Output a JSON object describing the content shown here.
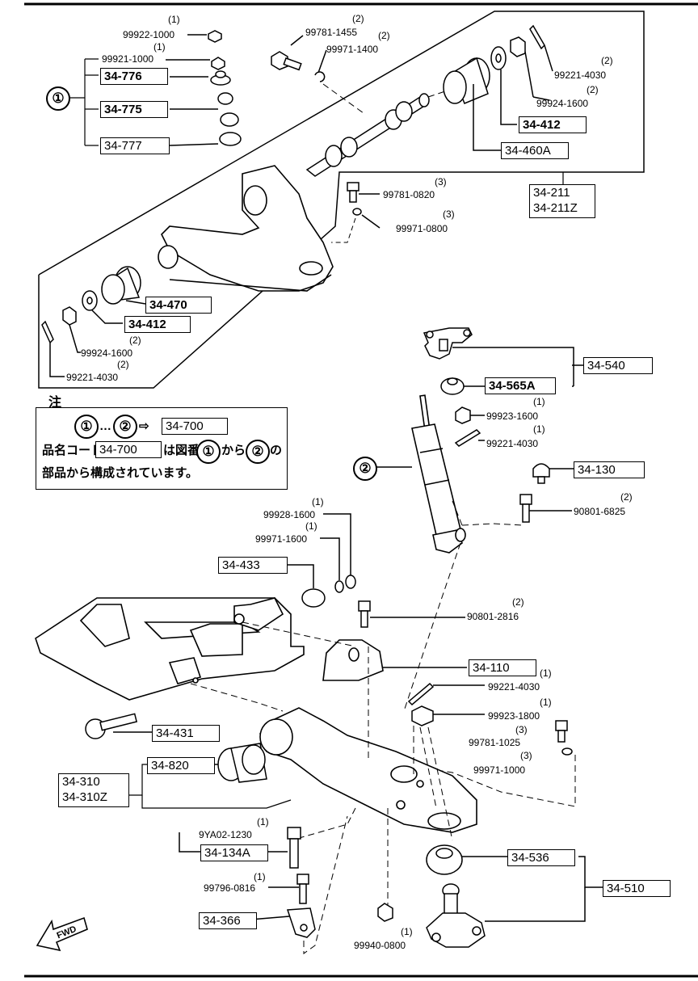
{
  "parts": {
    "p99922": {
      "num": "99922-1000",
      "qty": "(1)"
    },
    "p99921": {
      "num": "99921-1000",
      "qty": "(1)"
    },
    "b34776": "34-776",
    "b34775": "34-775",
    "b34777": "34-777",
    "p99781_1455": {
      "num": "99781-1455",
      "qty": "(2)"
    },
    "p99971_1400": {
      "num": "99971-1400",
      "qty": "(2)"
    },
    "p99221_4030_top": {
      "num": "99221-4030",
      "qty": "(2)"
    },
    "p99924_1600_top": {
      "num": "99924-1600",
      "qty": "(2)"
    },
    "b34412_top": "34-412",
    "b34460A": "34-460A",
    "b34211": "34-211",
    "b34211Z": "34-211Z",
    "p99781_0820": {
      "num": "99781-0820",
      "qty": "(3)"
    },
    "p99971_0800": {
      "num": "99971-0800",
      "qty": "(3)"
    },
    "b34470": "34-470",
    "b34412_low": "34-412",
    "p99924_1600_low": {
      "num": "99924-1600",
      "qty": "(2)"
    },
    "p99221_4030_low": {
      "num": "99221-4030",
      "qty": "(2)"
    },
    "b34540": "34-540",
    "b34565A": "34-565A",
    "p99923_1600": {
      "num": "99923-1600",
      "qty": "(1)"
    },
    "p99221_4030_mid": {
      "num": "99221-4030",
      "qty": "(1)"
    },
    "b34130": "34-130",
    "p90801_6825": {
      "num": "90801-6825",
      "qty": "(2)"
    },
    "p99928_1600": {
      "num": "99928-1600",
      "qty": "(1)"
    },
    "p99971_1600": {
      "num": "99971-1600",
      "qty": "(1)"
    },
    "b34433": "34-433",
    "p90801_2816": {
      "num": "90801-2816",
      "qty": "(2)"
    },
    "b34110": "34-110",
    "p99221_4030_b": {
      "num": "99221-4030",
      "qty": "(1)"
    },
    "p99923_1800": {
      "num": "99923-1800",
      "qty": "(1)"
    },
    "b34431": "34-431",
    "p99781_1025": {
      "num": "99781-1025",
      "qty": "(3)"
    },
    "p99971_1000": {
      "num": "99971-1000",
      "qty": "(3)"
    },
    "b34820": "34-820",
    "b34310": "34-310",
    "b34310Z": "34-310Z",
    "p9YA02": {
      "num": "9YA02-1230",
      "qty": "(1)"
    },
    "b34134A": "34-134A",
    "p99796_0816": {
      "num": "99796-0816",
      "qty": "(1)"
    },
    "b34366": "34-366",
    "p99940_0800": {
      "num": "99940-0800",
      "qty": "(1)"
    },
    "b34536": "34-536",
    "b34510": "34-510"
  },
  "markers": {
    "one": "①",
    "two": "②"
  },
  "note": {
    "title": "注",
    "line1_from": "①",
    "line1_dots": "…",
    "line1_to": "②",
    "line1_arrow": "⇨",
    "line1_code": "34-700",
    "line2_a": "品名コード",
    "line2_code": "34-700",
    "line2_b": "は図番",
    "line2_c": "から",
    "line2_d": "の",
    "line3": "部品から構成されています。"
  },
  "fwd": "FWD"
}
